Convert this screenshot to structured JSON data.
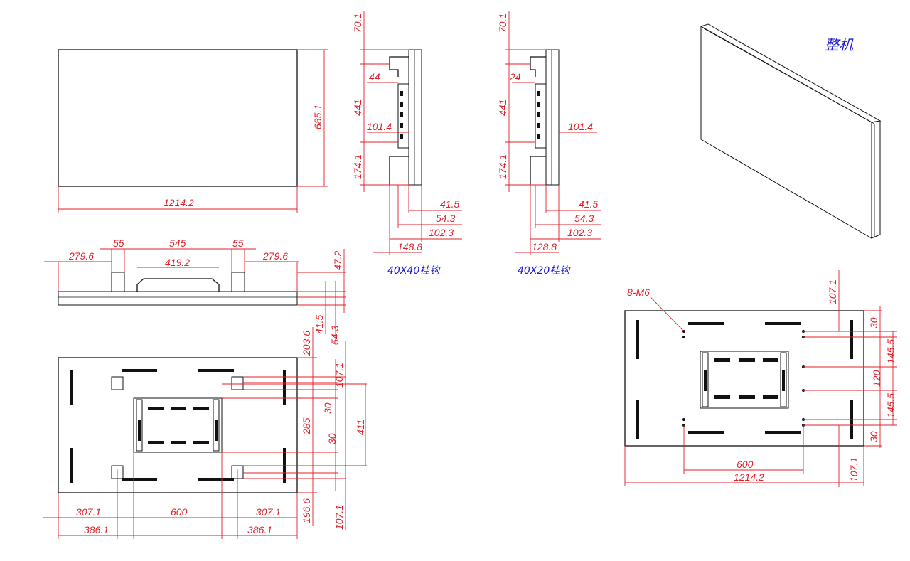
{
  "captions": {
    "hook_40x40": "40X40挂钩",
    "hook_40x20": "40X20挂钩",
    "whole_unit": "整机"
  },
  "front_view": {
    "width": "1214.2",
    "height": "685.1"
  },
  "top_view": {
    "left_margin": "279.6",
    "right_margin": "279.6",
    "hook_left": "55",
    "hook_right": "55",
    "hook_span": "545",
    "bracket_width": "419.2",
    "height_total": "47.2",
    "depth_a": "41.5",
    "depth_b": "54.3"
  },
  "side_40x40": {
    "top": "70.1",
    "hook_offset": "44",
    "span": "441",
    "box_depth": "101.4",
    "bottom": "174.1",
    "d1": "41.5",
    "d2": "54.3",
    "d3": "102.3",
    "d4": "148.8"
  },
  "side_40x20": {
    "top": "70.1",
    "hook_offset": "24",
    "span": "441",
    "box_depth": "101.4",
    "bottom": "174.1",
    "d1": "41.5",
    "d2": "54.3",
    "d3": "102.3",
    "d4": "128.8"
  },
  "rear_view": {
    "top": "203.6",
    "upper_gap": "107.1",
    "hook_gap_upper": "30",
    "span_285": "285",
    "hook_gap_lower": "30",
    "span_411": "411",
    "bottom": "196.6",
    "bottom_gap": "107.1",
    "left_top": "307.1",
    "center": "600",
    "right_top": "307.1",
    "left_bottom": "386.1",
    "right_bottom": "386.1"
  },
  "vesa_view": {
    "screw_label": "8-M6",
    "top": "107.1",
    "gap_top": "30",
    "span_a": "145.5",
    "span_mid": "120",
    "span_b": "145.5",
    "gap_bottom": "30",
    "bottom": "107.1",
    "hole_span": "600",
    "width": "1214.2"
  }
}
